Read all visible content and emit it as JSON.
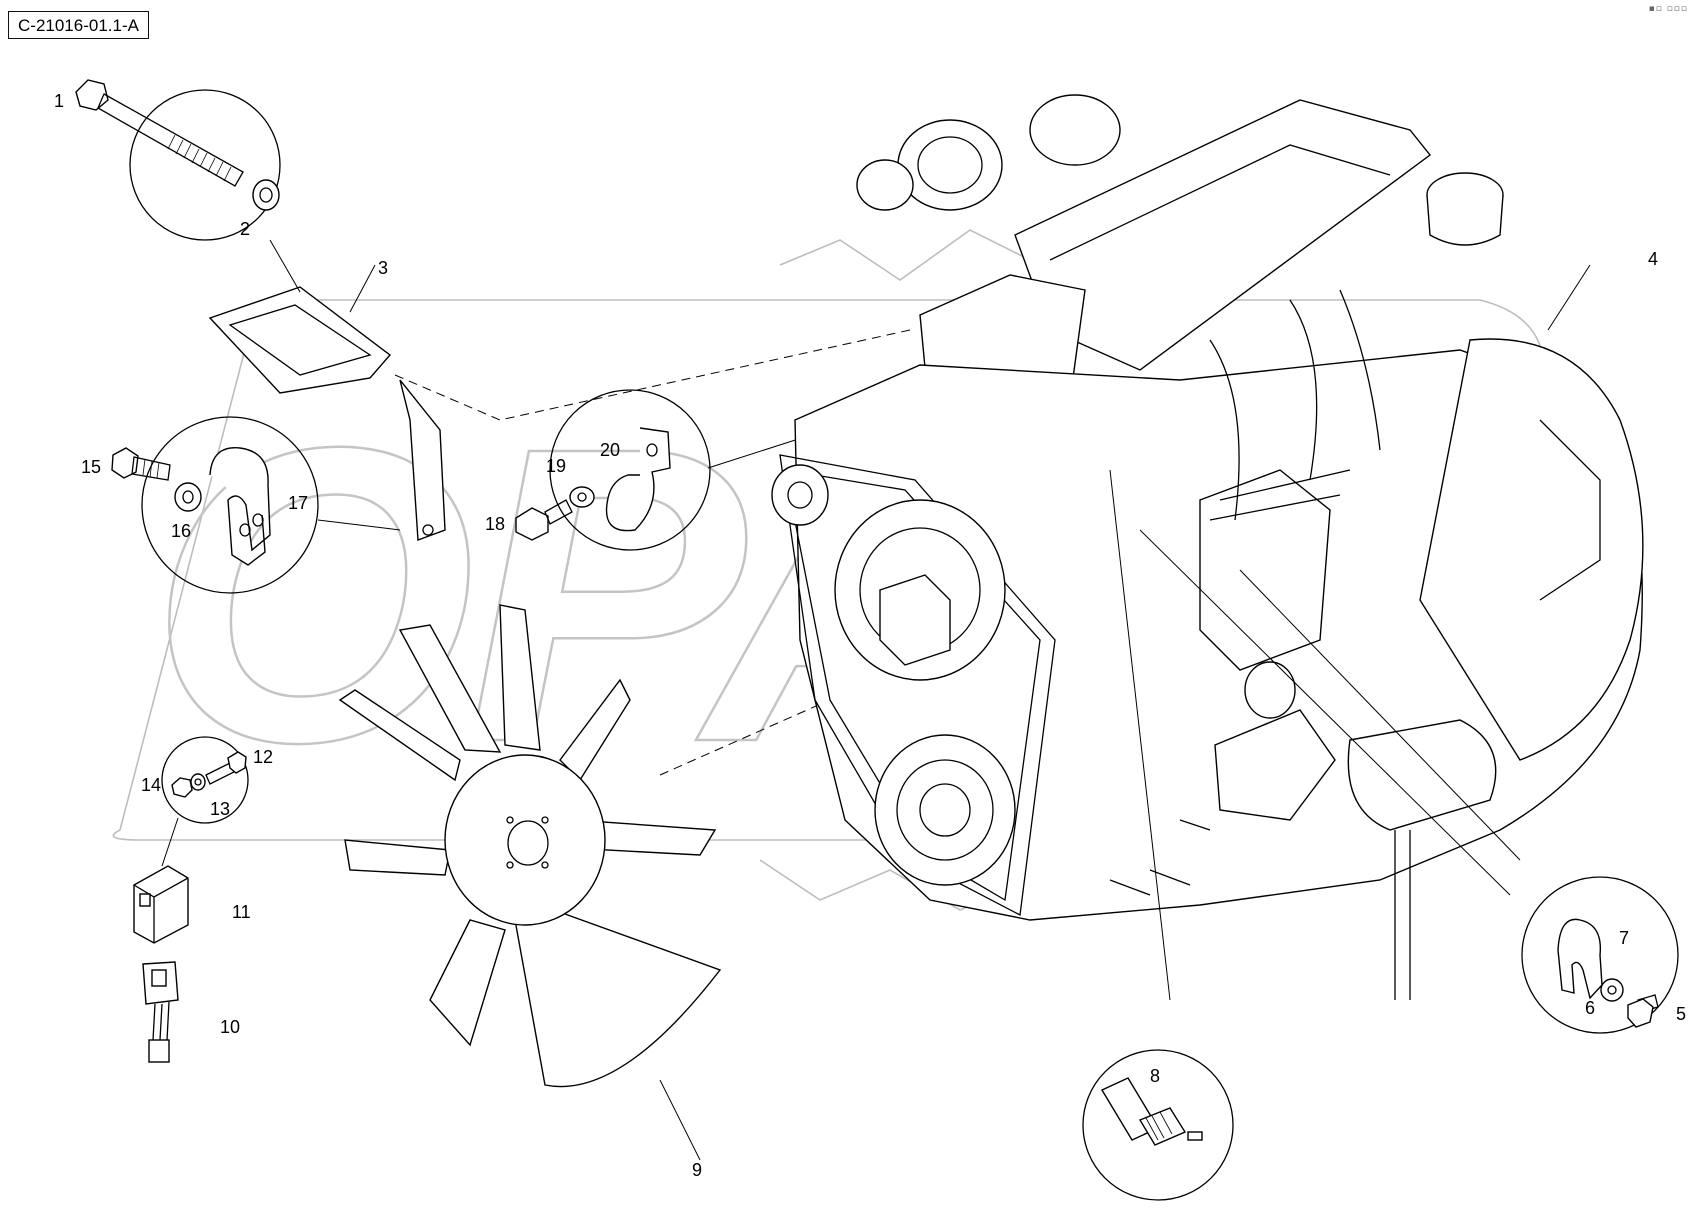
{
  "drawing": {
    "id": "C-21016-01.1-A",
    "corner_mark": "▪▫ ▫▫▫"
  },
  "watermark": {
    "text": "OPAN"
  },
  "callouts": [
    {
      "key": "c1",
      "label": "1"
    },
    {
      "key": "c2",
      "label": "2"
    },
    {
      "key": "c3",
      "label": "3"
    },
    {
      "key": "c4",
      "label": "4"
    },
    {
      "key": "c5",
      "label": "5"
    },
    {
      "key": "c6",
      "label": "6"
    },
    {
      "key": "c7",
      "label": "7"
    },
    {
      "key": "c8",
      "label": "8"
    },
    {
      "key": "c9",
      "label": "9"
    },
    {
      "key": "c10",
      "label": "10"
    },
    {
      "key": "c11",
      "label": "11"
    },
    {
      "key": "c12",
      "label": "12"
    },
    {
      "key": "c13",
      "label": "13"
    },
    {
      "key": "c14",
      "label": "14"
    },
    {
      "key": "c15",
      "label": "15"
    },
    {
      "key": "c16",
      "label": "16"
    },
    {
      "key": "c17",
      "label": "17"
    },
    {
      "key": "c18",
      "label": "18"
    },
    {
      "key": "c19",
      "label": "19"
    },
    {
      "key": "c20",
      "label": "20"
    }
  ]
}
